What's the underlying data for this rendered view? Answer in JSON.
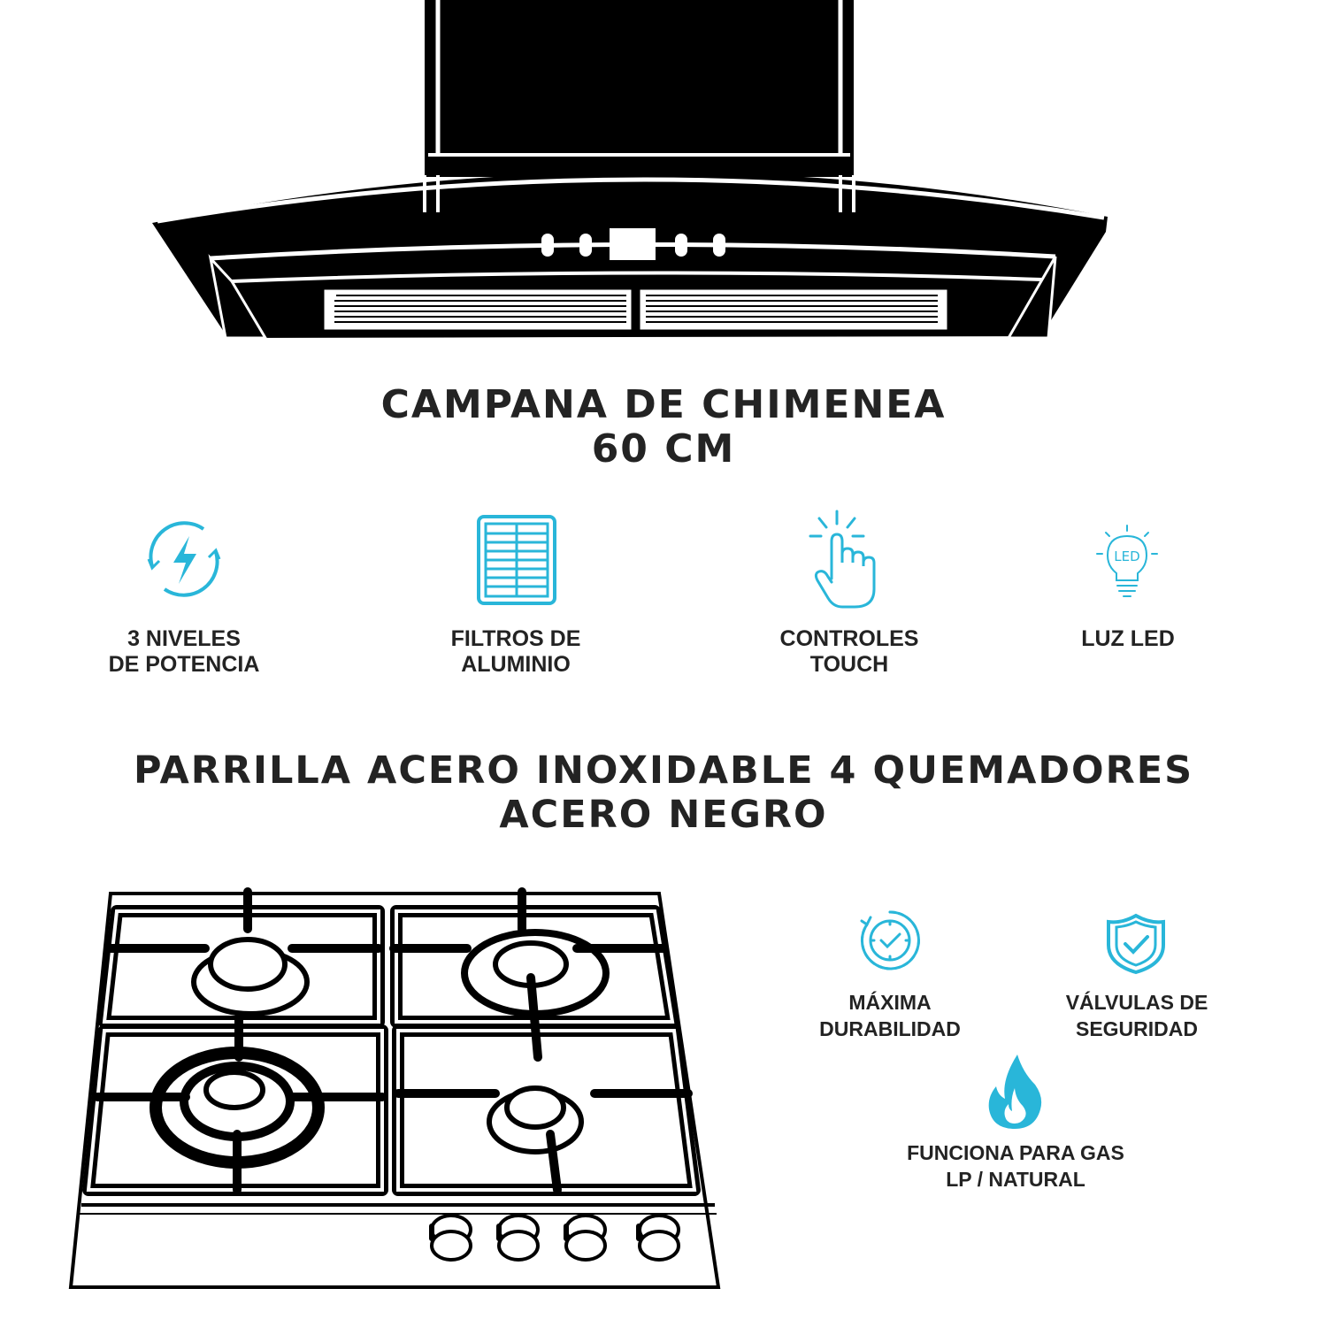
{
  "hood_section": {
    "title_line1": "CAMPANA DE CHIMENEA",
    "title_line2": "60 CM",
    "features": [
      {
        "icon": "lightning-cycle-icon",
        "line1": "3 NIVELES",
        "line2": "DE POTENCIA"
      },
      {
        "icon": "filter-grid-icon",
        "line1": "FILTROS DE",
        "line2": "ALUMINIO"
      },
      {
        "icon": "touch-hand-icon",
        "line1": "CONTROLES",
        "line2": "TOUCH"
      },
      {
        "icon": "led-bulb-icon",
        "line1": "LUZ LED",
        "line2": "",
        "badge": "LED"
      }
    ]
  },
  "cooktop_section": {
    "title_line1": "PARRILLA ACERO INOXIDABLE 4 QUEMADORES",
    "title_line2": "ACERO NEGRO",
    "features": [
      {
        "icon": "clock-check-icon",
        "line1": "MÁXIMA",
        "line2": "DURABILIDAD"
      },
      {
        "icon": "shield-check-icon",
        "line1": "VÁLVULAS DE",
        "line2": "SEGURIDAD"
      },
      {
        "icon": "flame-icon",
        "line1": "FUNCIONA PARA GAS",
        "line2": "LP / NATURAL"
      }
    ]
  },
  "colors": {
    "accent": "#29b6d9",
    "text": "#232323",
    "product": "#000000"
  }
}
